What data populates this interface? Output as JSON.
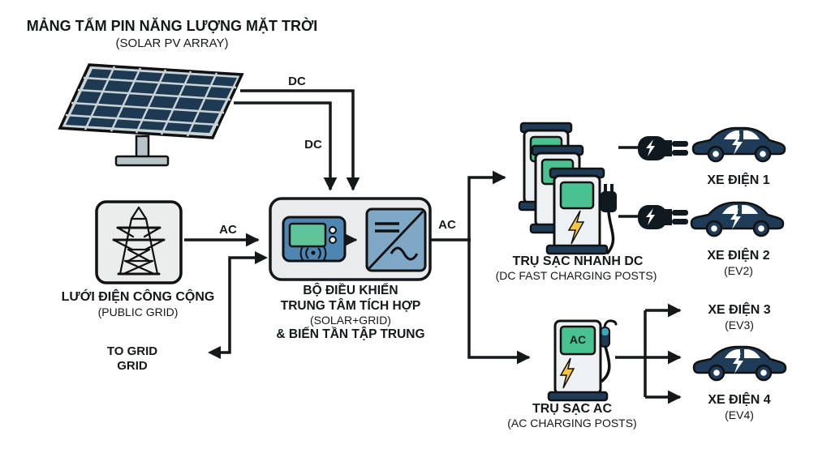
{
  "diagram": {
    "solar": {
      "title": "MẢNG TẤM PIN NĂNG LƯỢNG MẶT TRỜI",
      "subtitle": "(SOLAR PV ARRAY)"
    },
    "flow_labels": {
      "dc_top": "DC",
      "dc_mid": "DC",
      "ac_in": "AC",
      "ac_out": "AC"
    },
    "grid": {
      "title": "LƯỚI ĐIỆN CÔNG CỘNG",
      "subtitle": "(PUBLIC GRID)"
    },
    "to_grid": {
      "line1": "TO GRID",
      "line2": "GRID"
    },
    "controller": {
      "line1": "BỘ ĐIỀU KHIỂN",
      "line2": "TRUNG TÂM TÍCH HỢP",
      "line3": "(SOLAR+GRID)",
      "line4": "& BIẾN TẦN TẬP TRUNG"
    },
    "dc_charging": {
      "title": "TRỤ SẠC NHANH DC",
      "subtitle": "(DC FAST CHARGING POSTS)"
    },
    "ac_charging": {
      "title": "TRỤ SẠC AC",
      "subtitle": "(AC CHARGING POSTS)",
      "screen_label": "AC"
    },
    "evs": [
      {
        "name": "XE ĐIỆN 1",
        "code": ""
      },
      {
        "name": "XE ĐIỆN 2",
        "code": "(EV2)"
      },
      {
        "name": "XE ĐIỆN 3",
        "code": "(EV3)"
      },
      {
        "name": "XE ĐIỆN 4",
        "code": "(EV4)"
      }
    ],
    "colors": {
      "navy": "#1e3c57",
      "panel_cell": "#1e3a52",
      "device_blue": "#4d86b3",
      "inverter_blue": "#7fa8c7",
      "screen_green": "#49c191",
      "bolt_yellow": "#f6c544",
      "box_fill": "#e9ebec",
      "line": "#15181a"
    }
  }
}
